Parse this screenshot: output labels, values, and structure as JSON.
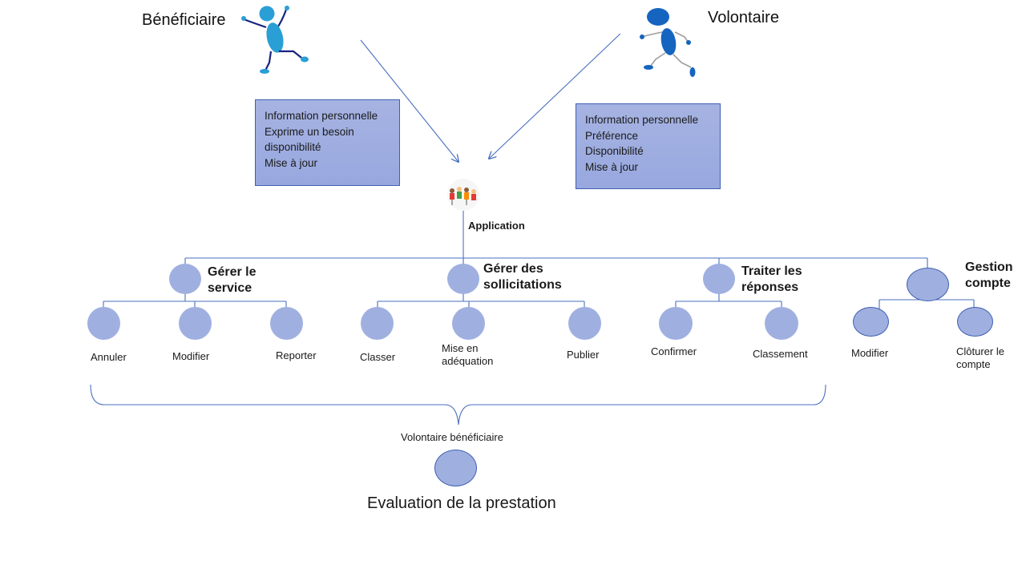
{
  "actors": {
    "beneficiaire": "Bénéficiaire",
    "volontaire": "Volontaire"
  },
  "boxes": {
    "beneficiaire": [
      "Information personnelle",
      "Exprime un besoin",
      "disponibilité",
      "Mise à jour"
    ],
    "volontaire": [
      "Information personnelle",
      "Préférence",
      "Disponibilité",
      "Mise à jour"
    ]
  },
  "application": {
    "label": "Application",
    "icon": "kids-group-icon"
  },
  "categories": [
    {
      "label_line1": "Gérer le",
      "label_line2": "service",
      "children": [
        "Annuler",
        "Modifier",
        "Reporter"
      ]
    },
    {
      "label_line1": "Gérer des",
      "label_line2": "sollicitations",
      "children": [
        "Classer",
        "Mise en adéquation",
        "Publier"
      ]
    },
    {
      "label_line1": "Traiter les",
      "label_line2": "réponses",
      "children": [
        "Confirmer",
        "Classement"
      ]
    },
    {
      "label_line1": "Gestion",
      "label_line2": "compte",
      "children": [
        "Modifier",
        "Clôturer le compte"
      ]
    }
  ],
  "leaves": {
    "mise_line1": "Mise en",
    "mise_line2": "adéquation",
    "cloturer_line1": "Clôturer le",
    "cloturer_line2": "compte"
  },
  "evaluation": {
    "group_label": "Volontaire bénéficiaire",
    "title": "Evaluation de la prestation"
  },
  "colors": {
    "node_fill": "#9fb0e0",
    "line": "#4a6fbf",
    "box_fill": "#a6b3e2",
    "beneficiaire_figure": "#2a9fd6",
    "volontaire_figure": "#1565c0"
  }
}
